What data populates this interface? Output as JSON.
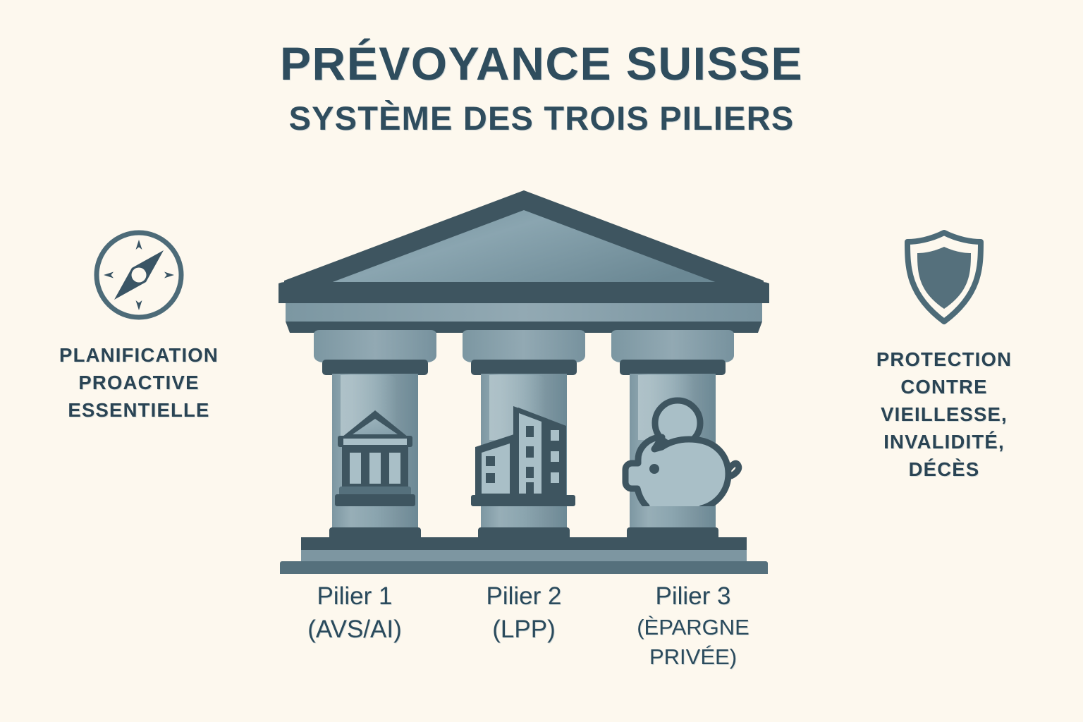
{
  "page": {
    "background_color": "#fdf8ee",
    "text_color": "#2a4454",
    "accent_dark": "#3e5560",
    "accent_mid": "#5b7a87",
    "accent_light": "#a8bcc4"
  },
  "header": {
    "title": "PRÉVOYANCE SUISSE",
    "subtitle": "SYSTÈME DES TROIS PILIERS"
  },
  "left_panel": {
    "icon": "compass-icon",
    "lines": [
      "PLANIFICATION",
      "PROACTIVE",
      "ESSENTIELLE"
    ]
  },
  "right_panel": {
    "icon": "shield-icon",
    "lines": [
      "PROTECTION",
      "CONTRE",
      "VIEILLESSE,",
      "INVALIDITÉ,",
      "DÉCÈS"
    ]
  },
  "temple": {
    "icon": "greek-temple-illustration",
    "pillars": [
      {
        "icon": "bank-building-icon",
        "name": "Pilier 1",
        "detail": "(AVS/AI)"
      },
      {
        "icon": "office-buildings-icon",
        "name": "Pilier 2",
        "detail": "(LPP)"
      },
      {
        "icon": "piggy-bank-icon",
        "name": "Pilier 3",
        "detail": "(ÈPARGNE",
        "detail2": "PRIVÉE)"
      }
    ]
  }
}
